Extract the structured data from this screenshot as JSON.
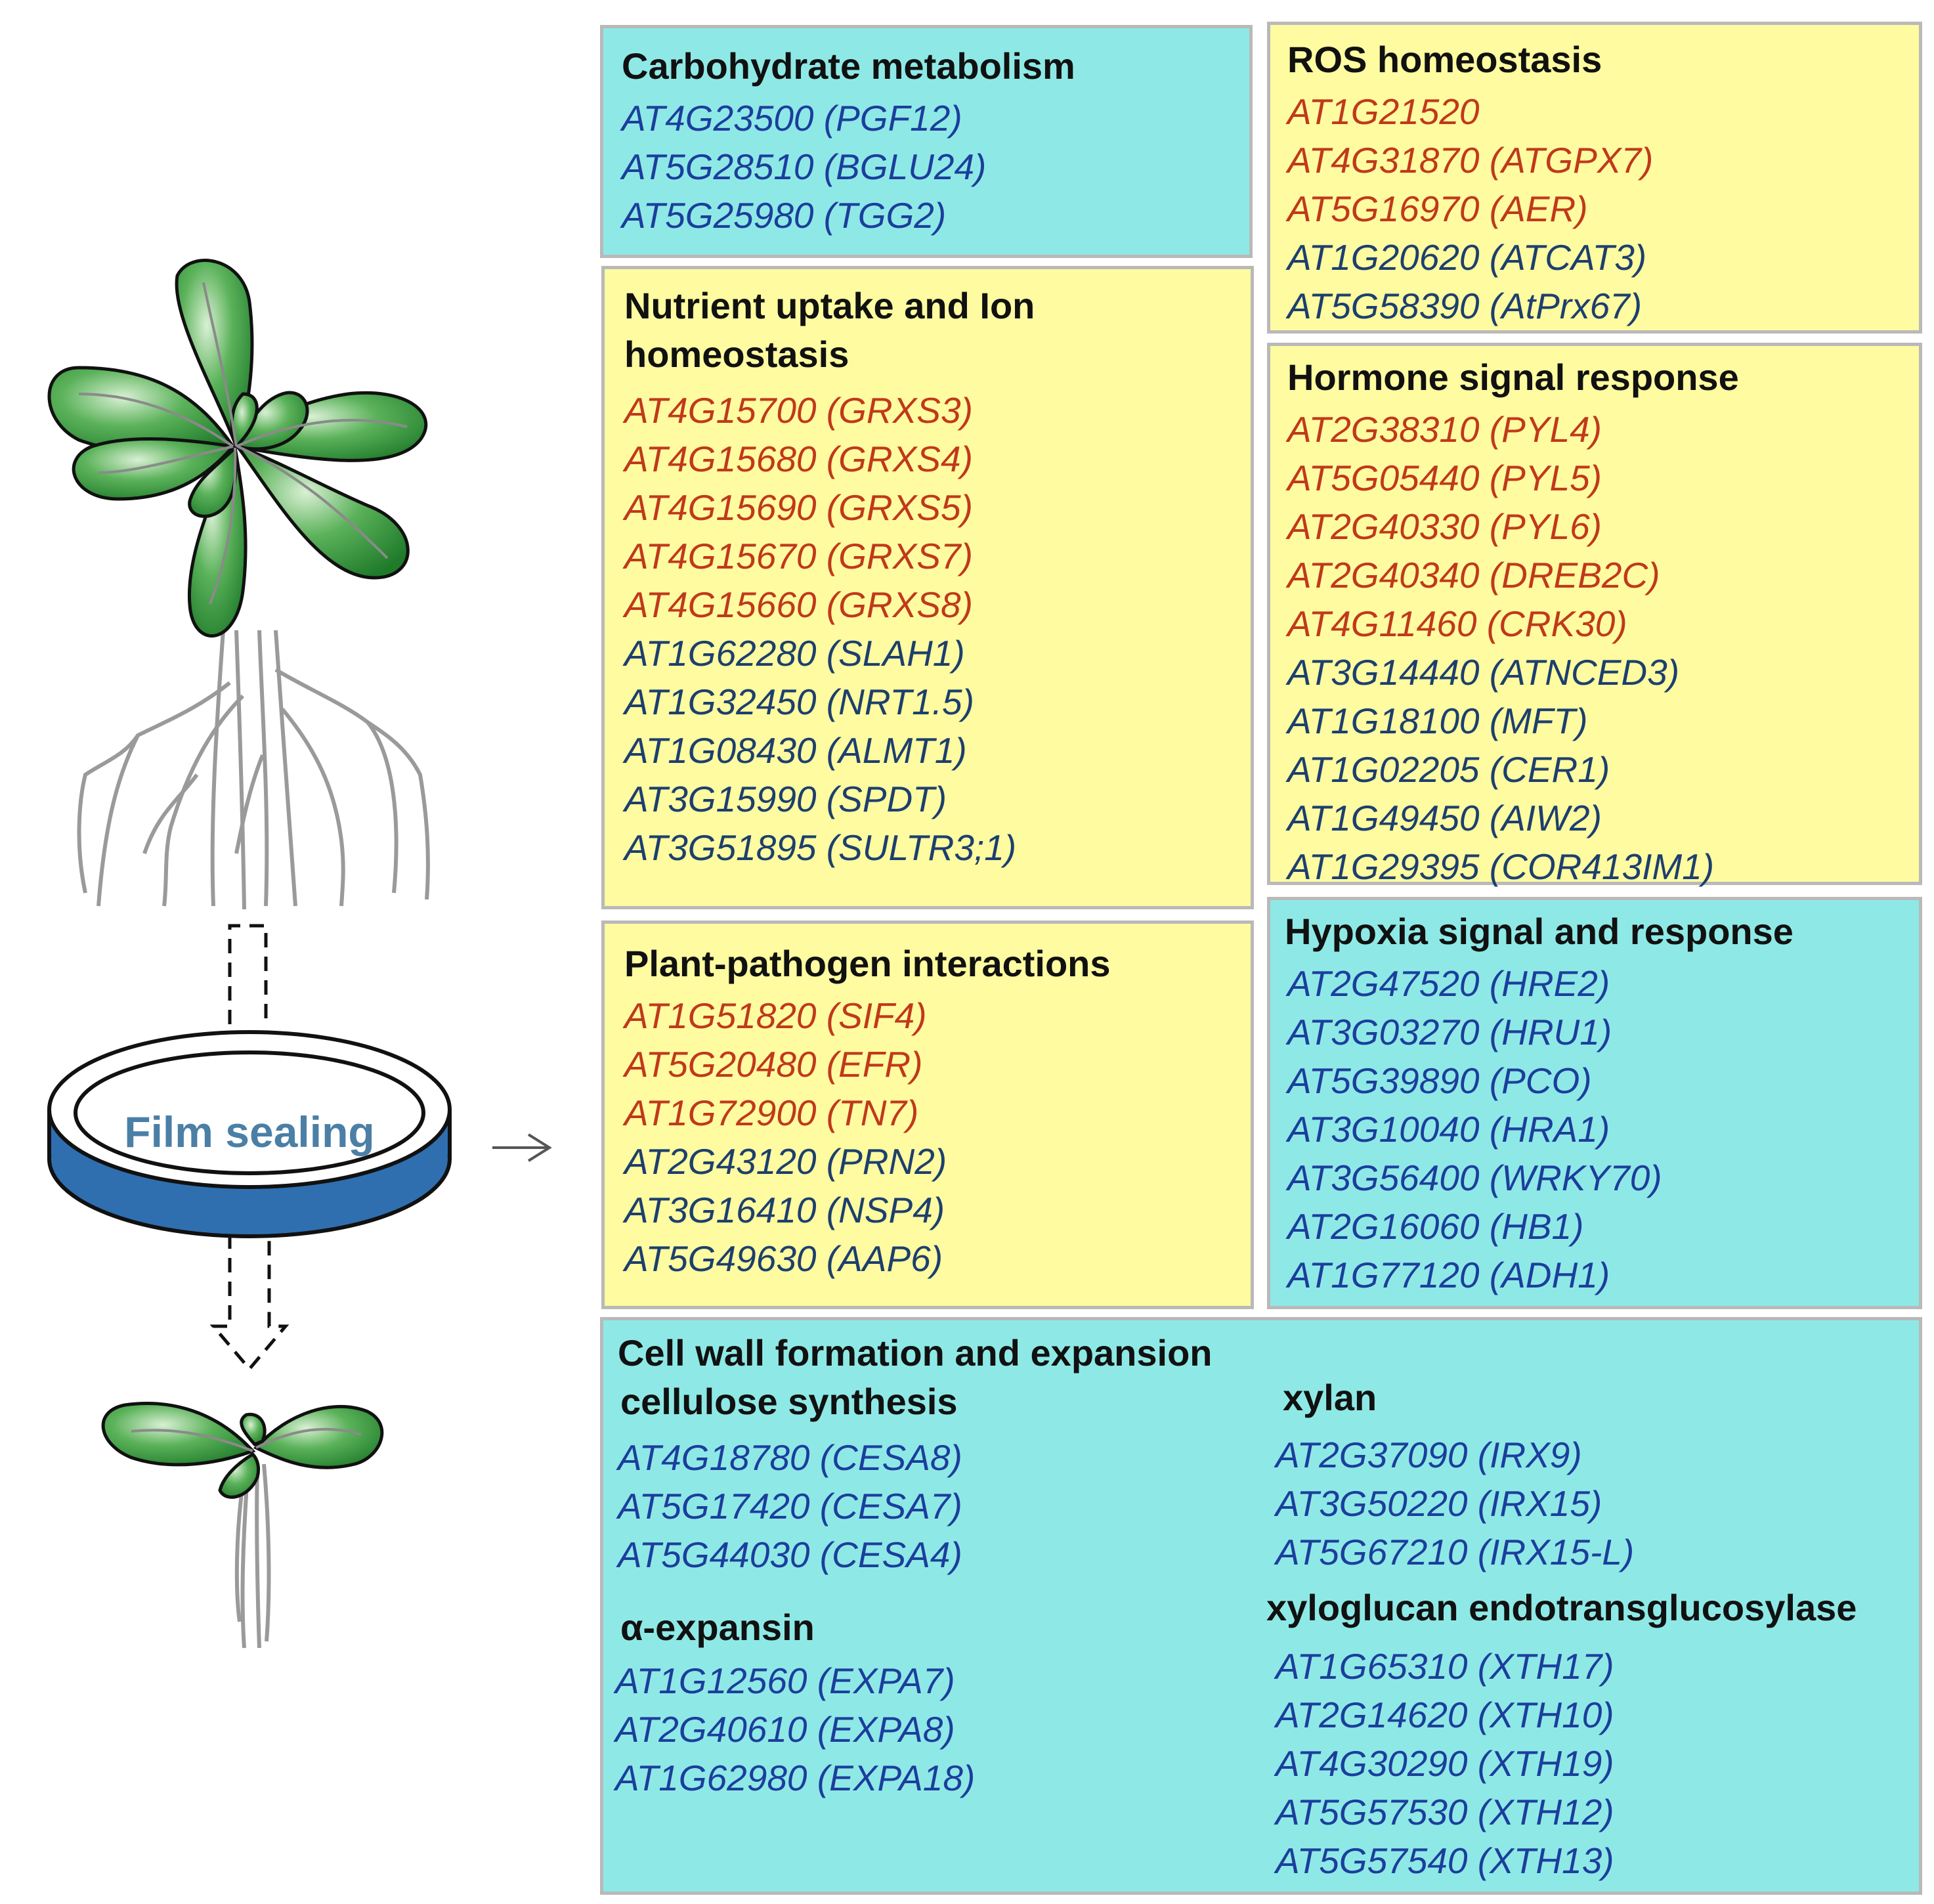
{
  "illustration": {
    "film_label": "Film sealing"
  },
  "colors": {
    "upregulated": "#c0391b",
    "downregulated": "#1d3f6e",
    "blue_gene": "#1c3e9c",
    "cyan_panel": "#8ee9e6",
    "yellow_panel": "#fefba0"
  },
  "panels": {
    "carbohydrate": {
      "title": "Carbohydrate metabolism",
      "genes": [
        "AT4G23500 (PGF12)",
        "AT5G28510 (BGLU24)",
        "AT5G25980 (TGG2)"
      ]
    },
    "ros": {
      "title": "ROS homeostasis",
      "genes": [
        "AT1G21520",
        "AT4G31870 (ATGPX7)",
        "AT5G16970 (AER)",
        "AT1G20620 (ATCAT3)",
        "AT5G58390 (AtPrx67)"
      ]
    },
    "nutrient": {
      "title_line1": "Nutrient uptake and Ion",
      "title_line2": "homeostasis",
      "genes": [
        "AT4G15700 (GRXS3)",
        "AT4G15680 (GRXS4)",
        "AT4G15690 (GRXS5)",
        "AT4G15670 (GRXS7)",
        "AT4G15660 (GRXS8)",
        "AT1G62280 (SLAH1)",
        "AT1G32450 (NRT1.5)",
        "AT1G08430 (ALMT1)",
        "AT3G15990 (SPDT)",
        "AT3G51895 (SULTR3;1)"
      ]
    },
    "hormone": {
      "title": "Hormone signal response",
      "genes": [
        "AT2G38310 (PYL4)",
        "AT5G05440 (PYL5)",
        "AT2G40330 (PYL6)",
        "AT2G40340 (DREB2C)",
        "AT4G11460 (CRK30)",
        "AT3G14440 (ATNCED3)",
        "AT1G18100 (MFT)",
        "AT1G02205 (CER1)",
        "AT1G49450 (AIW2)",
        "AT1G29395 (COR413IM1)"
      ]
    },
    "pathogen": {
      "title": "Plant-pathogen interactions",
      "genes": [
        "AT1G51820 (SIF4)",
        "AT5G20480 (EFR)",
        "AT1G72900 (TN7)",
        "AT2G43120 (PRN2)",
        "AT3G16410 (NSP4)",
        "AT5G49630 (AAP6)"
      ]
    },
    "hypoxia": {
      "title": "Hypoxia signal and response",
      "genes": [
        "AT2G47520 (HRE2)",
        "AT3G03270 (HRU1)",
        "AT5G39890 (PCO)",
        "AT3G10040 (HRA1)",
        "AT3G56400 (WRKY70)",
        "AT2G16060 (HB1)",
        "AT1G77120 (ADH1)"
      ]
    },
    "cellwall": {
      "title": "Cell wall formation and expansion",
      "cellulose_title": "cellulose synthesis",
      "cellulose_genes": [
        "AT4G18780 (CESA8)",
        "AT5G17420 (CESA7)",
        "AT5G44030 (CESA4)"
      ],
      "expansin_title": "α-expansin",
      "expansin_genes": [
        "AT1G12560 (EXPA7)",
        "AT2G40610 (EXPA8)",
        "AT1G62980 (EXPA18)"
      ],
      "xylan_title": "xylan",
      "xylan_genes": [
        "AT2G37090 (IRX9)",
        "AT3G50220 (IRX15)",
        "AT5G67210 (IRX15-L)"
      ],
      "xth_title": "xyloglucan endotransglucosylase",
      "xth_genes": [
        "AT1G65310 (XTH17)",
        "AT2G14620 (XTH10)",
        "AT4G30290  (XTH19)",
        "AT5G57530 (XTH12)",
        "AT5G57540 (XTH13)"
      ]
    }
  }
}
